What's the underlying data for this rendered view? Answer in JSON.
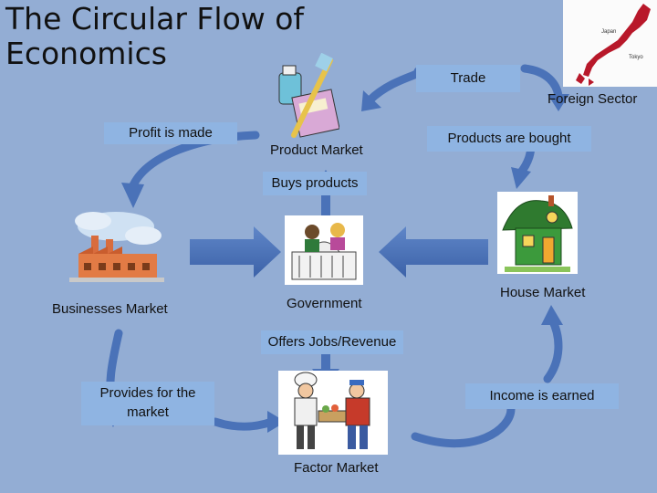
{
  "slide": {
    "title": "The Circular Flow of\n Economics",
    "labels": {
      "trade": "Trade",
      "foreign_sector": "Foreign Sector",
      "profit_is_made": "Profit is made",
      "product_market": "Product Market",
      "products_are_bought": "Products are bought",
      "buys_products": "Buys products",
      "businesses_market": "Businesses Market",
      "government": "Government",
      "house_market": "House Market",
      "offers_jobs_revenue": "Offers Jobs/Revenue",
      "provides_for_market": "Provides for the market",
      "income_is_earned": "Income is earned",
      "factor_market": "Factor Market"
    },
    "map_text": {
      "top": "Japan",
      "bottom": "Tokyo"
    },
    "colors": {
      "background": "#93add4",
      "label_box": "#8fb4e2",
      "arrow": "#4a72b8"
    }
  }
}
